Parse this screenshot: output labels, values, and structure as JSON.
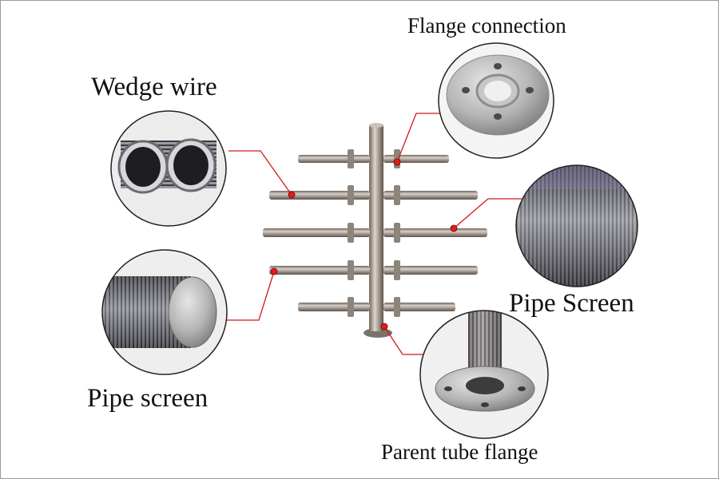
{
  "labels": {
    "flange_connection": "Flange connection",
    "wedge_wire": "Wedge wire",
    "pipe_screen_right": "Pipe Screen",
    "pipe_screen_left": "Pipe screen",
    "parent_tube_flange": "Parent tube flange"
  },
  "colors": {
    "leader_line": "#d01818",
    "pipe_steel": "#a59c94",
    "circle_border": "#222222"
  },
  "icons": {
    "assembly": "header-lateral-screen-assembly",
    "details": [
      "wedge-wire-tubes",
      "flange-ring",
      "pipe-screen-closeup",
      "pipe-screen-end",
      "parent-tube-flange"
    ]
  }
}
